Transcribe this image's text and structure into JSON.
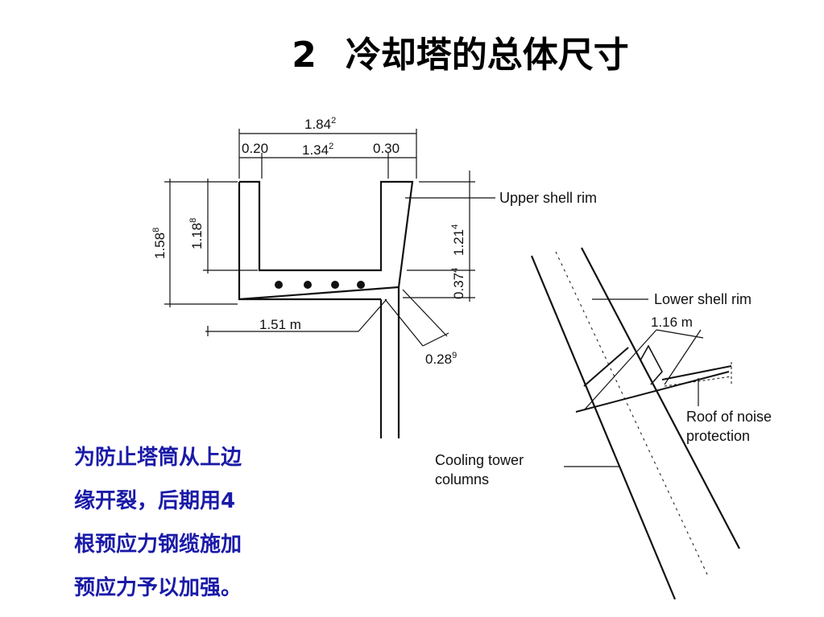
{
  "title": {
    "number": "2",
    "text": "冷却塔的总体尺寸"
  },
  "diagram": {
    "dimensions": {
      "top_width": {
        "value": "1.84",
        "sup": "2"
      },
      "left_wall": "0.20",
      "inner_width": {
        "value": "1.34",
        "sup": "2"
      },
      "right_wall": "0.30",
      "left_height_outer": {
        "value": "1.58",
        "sup": "8"
      },
      "left_height_inner": {
        "value": "1.18",
        "sup": "8"
      },
      "right_height_upper": {
        "value": "1.21",
        "sup": "4"
      },
      "right_height_lower": {
        "value": "0.37",
        "sup": "4"
      },
      "bottom_width": "1.51 m",
      "shell_thickness": {
        "value": "0.28",
        "sup": "9"
      },
      "lower_rim_dim": "1.16 m"
    },
    "labels": {
      "upper_shell_rim": "Upper shell rim",
      "lower_shell_rim": "Lower shell rim",
      "roof_line1": "Roof of noise",
      "roof_line2": "protection",
      "columns_line1": "Cooling tower",
      "columns_line2": "columns"
    }
  },
  "caption": {
    "line1": "为防止塔筒从上边",
    "line2": "缘开裂，后期用4",
    "line3": "根预应力钢缆施加",
    "line4": "预应力予以加强。"
  }
}
